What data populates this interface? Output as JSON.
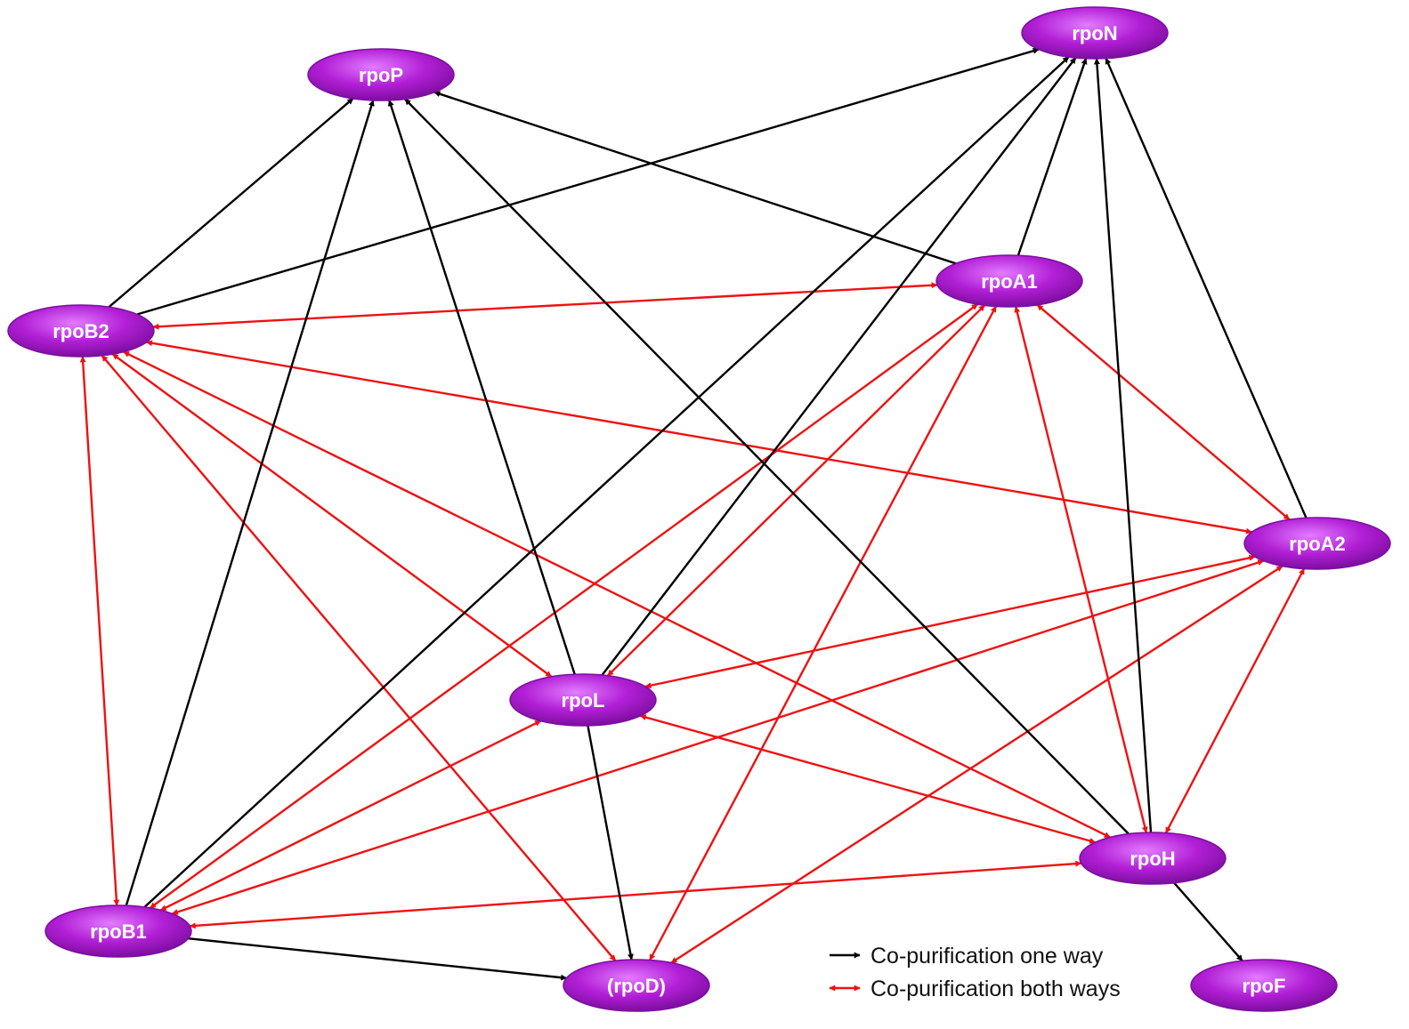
{
  "nodes": [
    {
      "id": "rpoP",
      "label": "rpoP"
    },
    {
      "id": "rpoN",
      "label": "rpoN"
    },
    {
      "id": "rpoA1",
      "label": "rpoA1"
    },
    {
      "id": "rpoB2",
      "label": "rpoB2"
    },
    {
      "id": "rpoA2",
      "label": "rpoA2"
    },
    {
      "id": "rpoL",
      "label": "rpoL"
    },
    {
      "id": "rpoH",
      "label": "rpoH"
    },
    {
      "id": "rpoB1",
      "label": "rpoB1"
    },
    {
      "id": "rpoD",
      "label": "(rpoD)"
    },
    {
      "id": "rpoF",
      "label": "rpoF"
    }
  ],
  "edges_one_way": [
    {
      "from": "rpoB2",
      "to": "rpoP"
    },
    {
      "from": "rpoB2",
      "to": "rpoN"
    },
    {
      "from": "rpoB1",
      "to": "rpoP"
    },
    {
      "from": "rpoB1",
      "to": "rpoN"
    },
    {
      "from": "rpoB1",
      "to": "rpoD"
    },
    {
      "from": "rpoL",
      "to": "rpoP"
    },
    {
      "from": "rpoL",
      "to": "rpoN"
    },
    {
      "from": "rpoL",
      "to": "rpoD"
    },
    {
      "from": "rpoA1",
      "to": "rpoP"
    },
    {
      "from": "rpoA1",
      "to": "rpoN"
    },
    {
      "from": "rpoA2",
      "to": "rpoN"
    },
    {
      "from": "rpoH",
      "to": "rpoP"
    },
    {
      "from": "rpoH",
      "to": "rpoN"
    },
    {
      "from": "rpoH",
      "to": "rpoF"
    }
  ],
  "edges_both_ways": [
    {
      "a": "rpoB2",
      "b": "rpoA1"
    },
    {
      "a": "rpoB2",
      "b": "rpoB1"
    },
    {
      "a": "rpoB2",
      "b": "rpoA2"
    },
    {
      "a": "rpoB2",
      "b": "rpoL"
    },
    {
      "a": "rpoB2",
      "b": "rpoH"
    },
    {
      "a": "rpoB2",
      "b": "rpoD"
    },
    {
      "a": "rpoA1",
      "b": "rpoB1"
    },
    {
      "a": "rpoA1",
      "b": "rpoL"
    },
    {
      "a": "rpoA1",
      "b": "rpoD"
    },
    {
      "a": "rpoA1",
      "b": "rpoA2"
    },
    {
      "a": "rpoA1",
      "b": "rpoH"
    },
    {
      "a": "rpoA2",
      "b": "rpoL"
    },
    {
      "a": "rpoA2",
      "b": "rpoB1"
    },
    {
      "a": "rpoA2",
      "b": "rpoD"
    },
    {
      "a": "rpoA2",
      "b": "rpoH"
    },
    {
      "a": "rpoL",
      "b": "rpoB1"
    },
    {
      "a": "rpoL",
      "b": "rpoH"
    },
    {
      "a": "rpoB1",
      "b": "rpoH"
    }
  ],
  "legend": {
    "one_way": "Co-purification one way",
    "both_ways": "Co-purification both ways"
  },
  "colors": {
    "node_fill": "#b21fd6",
    "node_dark": "#7d0ea0",
    "one_way": "#000000",
    "both_ways": "#ee1111"
  }
}
